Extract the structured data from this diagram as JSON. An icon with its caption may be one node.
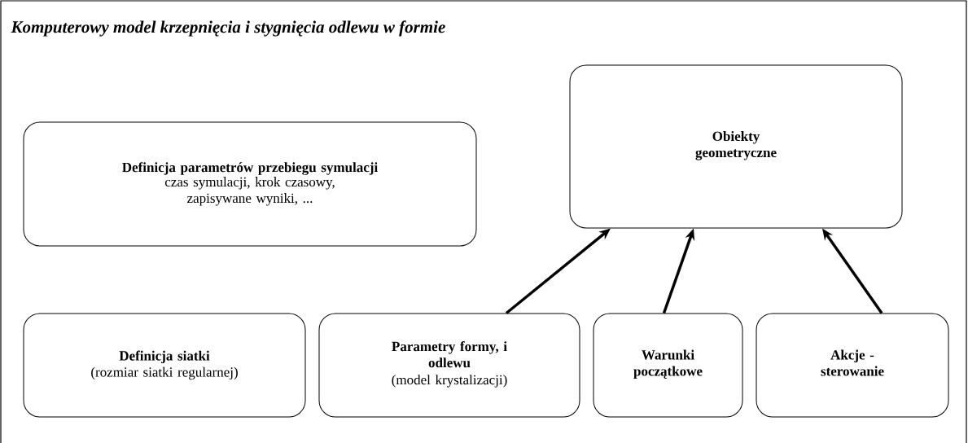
{
  "diagram": {
    "title": "Komputerowy model krzepnięcia i stygnięcia odlewu w formie",
    "nodes": [
      {
        "text": [
          "Definicja parametrów przebiegu symulacji",
          "czas symulacji, krok czasowy, zapisywane wyniki, ..."
        ]
      },
      {
        "text": [
          "Obiekty geometryczne"
        ]
      },
      {
        "text": [
          "Definicja siatki",
          "(rozmiar siatki regularnej)"
        ]
      },
      {
        "text": [
          "Parametry formy, i odlewu",
          "(model krystalizacji)"
        ]
      },
      {
        "text": [
          "Warunki początkowe"
        ]
      },
      {
        "text": [
          "Akcje - sterowanie"
        ]
      }
    ],
    "edges": [
      {
        "from": 3,
        "to": 1,
        "arrow": "to"
      },
      {
        "from": 4,
        "to": 1,
        "arrow": "to"
      },
      {
        "from": 5,
        "to": 1,
        "arrow": "to"
      }
    ]
  }
}
